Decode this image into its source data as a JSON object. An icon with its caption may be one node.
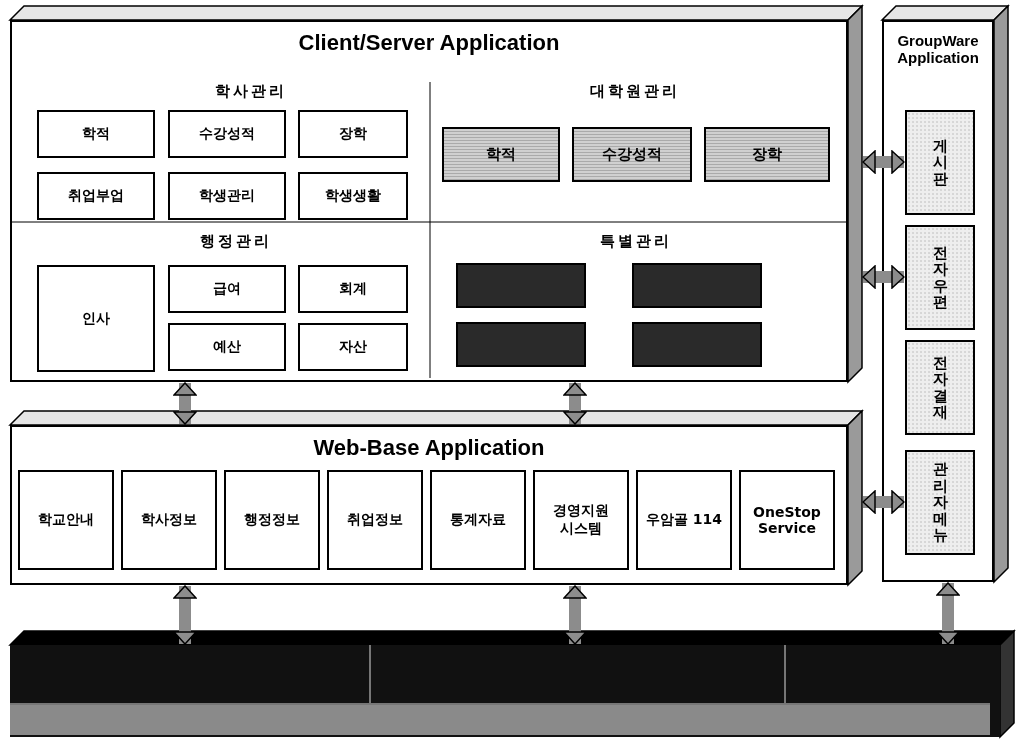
{
  "diagram": {
    "nodes": [
      {
        "text": [
          "Client/Server Application"
        ]
      },
      {
        "text": [
          "학적"
        ],
        "in": 0
      },
      {
        "text": [
          "수강성적"
        ],
        "in": 0
      },
      {
        "text": [
          "장학"
        ],
        "in": 0
      },
      {
        "text": [
          "취업부업"
        ],
        "in": 0
      },
      {
        "text": [
          "학생관리"
        ],
        "in": 0
      },
      {
        "text": [
          "학생생활"
        ],
        "in": 0
      },
      {
        "text": [
          "학적"
        ],
        "in": 0
      },
      {
        "text": [
          "수강성적"
        ],
        "in": 0
      },
      {
        "text": [
          "장학"
        ],
        "in": 0
      },
      {
        "text": [
          "인사"
        ],
        "in": 0
      },
      {
        "text": [
          "급여"
        ],
        "in": 0
      },
      {
        "text": [
          "회계"
        ],
        "in": 0
      },
      {
        "text": [
          "예산"
        ],
        "in": 0
      },
      {
        "text": [
          "자산"
        ],
        "in": 0
      },
      {
        "text": [],
        "shape": "box",
        "in": 0
      },
      {
        "text": [],
        "shape": "box",
        "in": 0
      },
      {
        "text": [],
        "shape": "box",
        "in": 0
      },
      {
        "text": [],
        "shape": "box",
        "in": 0
      },
      {
        "text": [
          "Web-Base Application"
        ]
      },
      {
        "text": [
          "학교안내"
        ],
        "in": 19
      },
      {
        "text": [
          "학사정보"
        ],
        "in": 19
      },
      {
        "text": [
          "행정정보"
        ],
        "in": 19
      },
      {
        "text": [
          "취업정보"
        ],
        "in": 19
      },
      {
        "text": [
          "통계자료"
        ],
        "in": 19
      },
      {
        "text": [
          "경영지원 시스템"
        ],
        "in": 19
      },
      {
        "text": [
          "우암골 114"
        ],
        "in": 19
      },
      {
        "text": [
          "OneStop Service"
        ],
        "in": 19
      },
      {
        "text": [
          "GroupWare Application"
        ]
      },
      {
        "text": [
          "게시판"
        ],
        "in": 28
      },
      {
        "text": [
          "전자우편"
        ],
        "in": 28
      },
      {
        "text": [
          "전자결재"
        ],
        "in": 28
      },
      {
        "text": [
          "관리자메뉴"
        ],
        "in": 28
      },
      {
        "text": [],
        "shape": "bar"
      }
    ],
    "edges": [
      {
        "from": 0,
        "to": 19,
        "arrow": "both"
      },
      {
        "from": 0,
        "to": 19,
        "arrow": "both"
      },
      {
        "from": 19,
        "to": 33,
        "arrow": "both"
      },
      {
        "from": 19,
        "to": 33,
        "arrow": "both"
      },
      {
        "from": 28,
        "to": 33,
        "arrow": "both"
      },
      {
        "from": 0,
        "to": 29,
        "arrow": "both"
      },
      {
        "from": 0,
        "to": 30,
        "arrow": "both"
      },
      {
        "from": 19,
        "to": 32,
        "arrow": "both"
      }
    ],
    "labels": [
      "학사관리",
      "대학원관리",
      "행정관리",
      "특별관리"
    ]
  }
}
